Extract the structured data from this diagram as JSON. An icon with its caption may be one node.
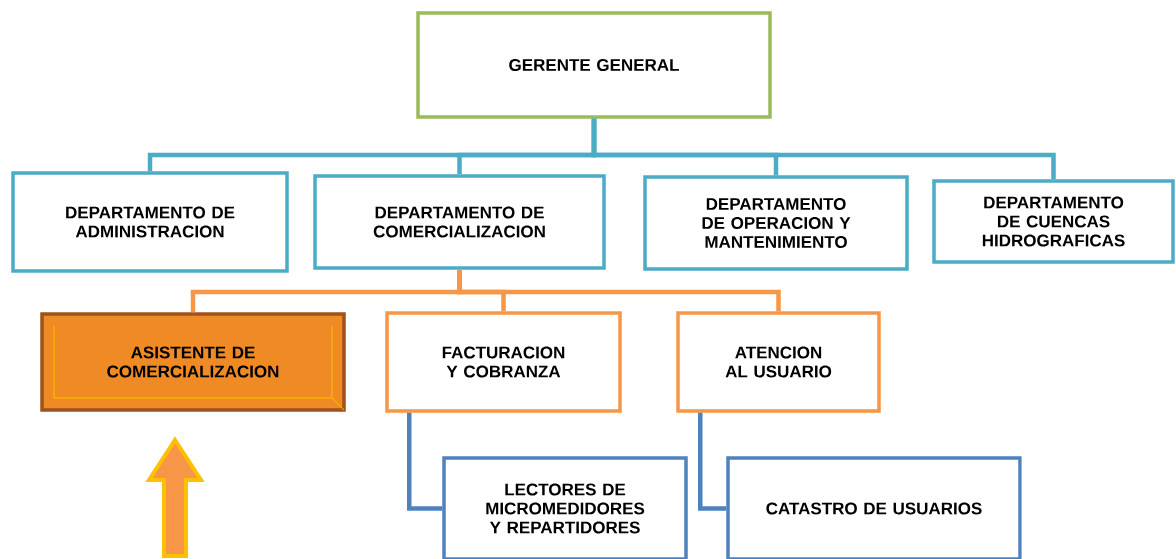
{
  "diagram": {
    "nodes": [
      {
        "text": [
          "GERENTE GENERAL"
        ]
      },
      {
        "text": [
          "DEPARTAMENTO DE ADMINISTRACION"
        ]
      },
      {
        "text": [
          "DEPARTAMENTO DE COMERCIALIZACION"
        ]
      },
      {
        "text": [
          "DEPARTAMENTO DE OPERACION Y MANTENIMIENTO"
        ]
      },
      {
        "text": [
          "DEPARTAMENTO DE CUENCAS HIDROGRAFICAS"
        ]
      },
      {
        "text": [
          "ASISTENTE DE COMERCIALIZACION"
        ]
      },
      {
        "text": [
          "FACTURACION Y COBRANZA"
        ]
      },
      {
        "text": [
          "ATENCION AL USUARIO"
        ]
      },
      {
        "text": [
          "LECTORES DE MICROMEDIDORES Y REPARTIDORES"
        ]
      },
      {
        "text": [
          "CATASTRO DE USUARIOS"
        ]
      }
    ],
    "edges": [
      {
        "from": 0,
        "to": 1,
        "arrow": "none",
        "color": "#4bacc6"
      },
      {
        "from": 0,
        "to": 2,
        "arrow": "none",
        "color": "#4bacc6"
      },
      {
        "from": 0,
        "to": 3,
        "arrow": "none",
        "color": "#4bacc6"
      },
      {
        "from": 0,
        "to": 4,
        "arrow": "none",
        "color": "#4bacc6"
      },
      {
        "from": 2,
        "to": 5,
        "arrow": "none",
        "color": "#f79646"
      },
      {
        "from": 2,
        "to": 6,
        "arrow": "none",
        "color": "#f79646"
      },
      {
        "from": 2,
        "to": 7,
        "arrow": "none",
        "color": "#f79646"
      },
      {
        "from": 6,
        "to": 8,
        "arrow": "none",
        "color": "#4f81bd"
      },
      {
        "from": 7,
        "to": 9,
        "arrow": "none",
        "color": "#4f81bd"
      },
      {
        "from": null,
        "to": 5,
        "arrow": "to",
        "style": "thick",
        "color": "#ffc000"
      }
    ]
  }
}
